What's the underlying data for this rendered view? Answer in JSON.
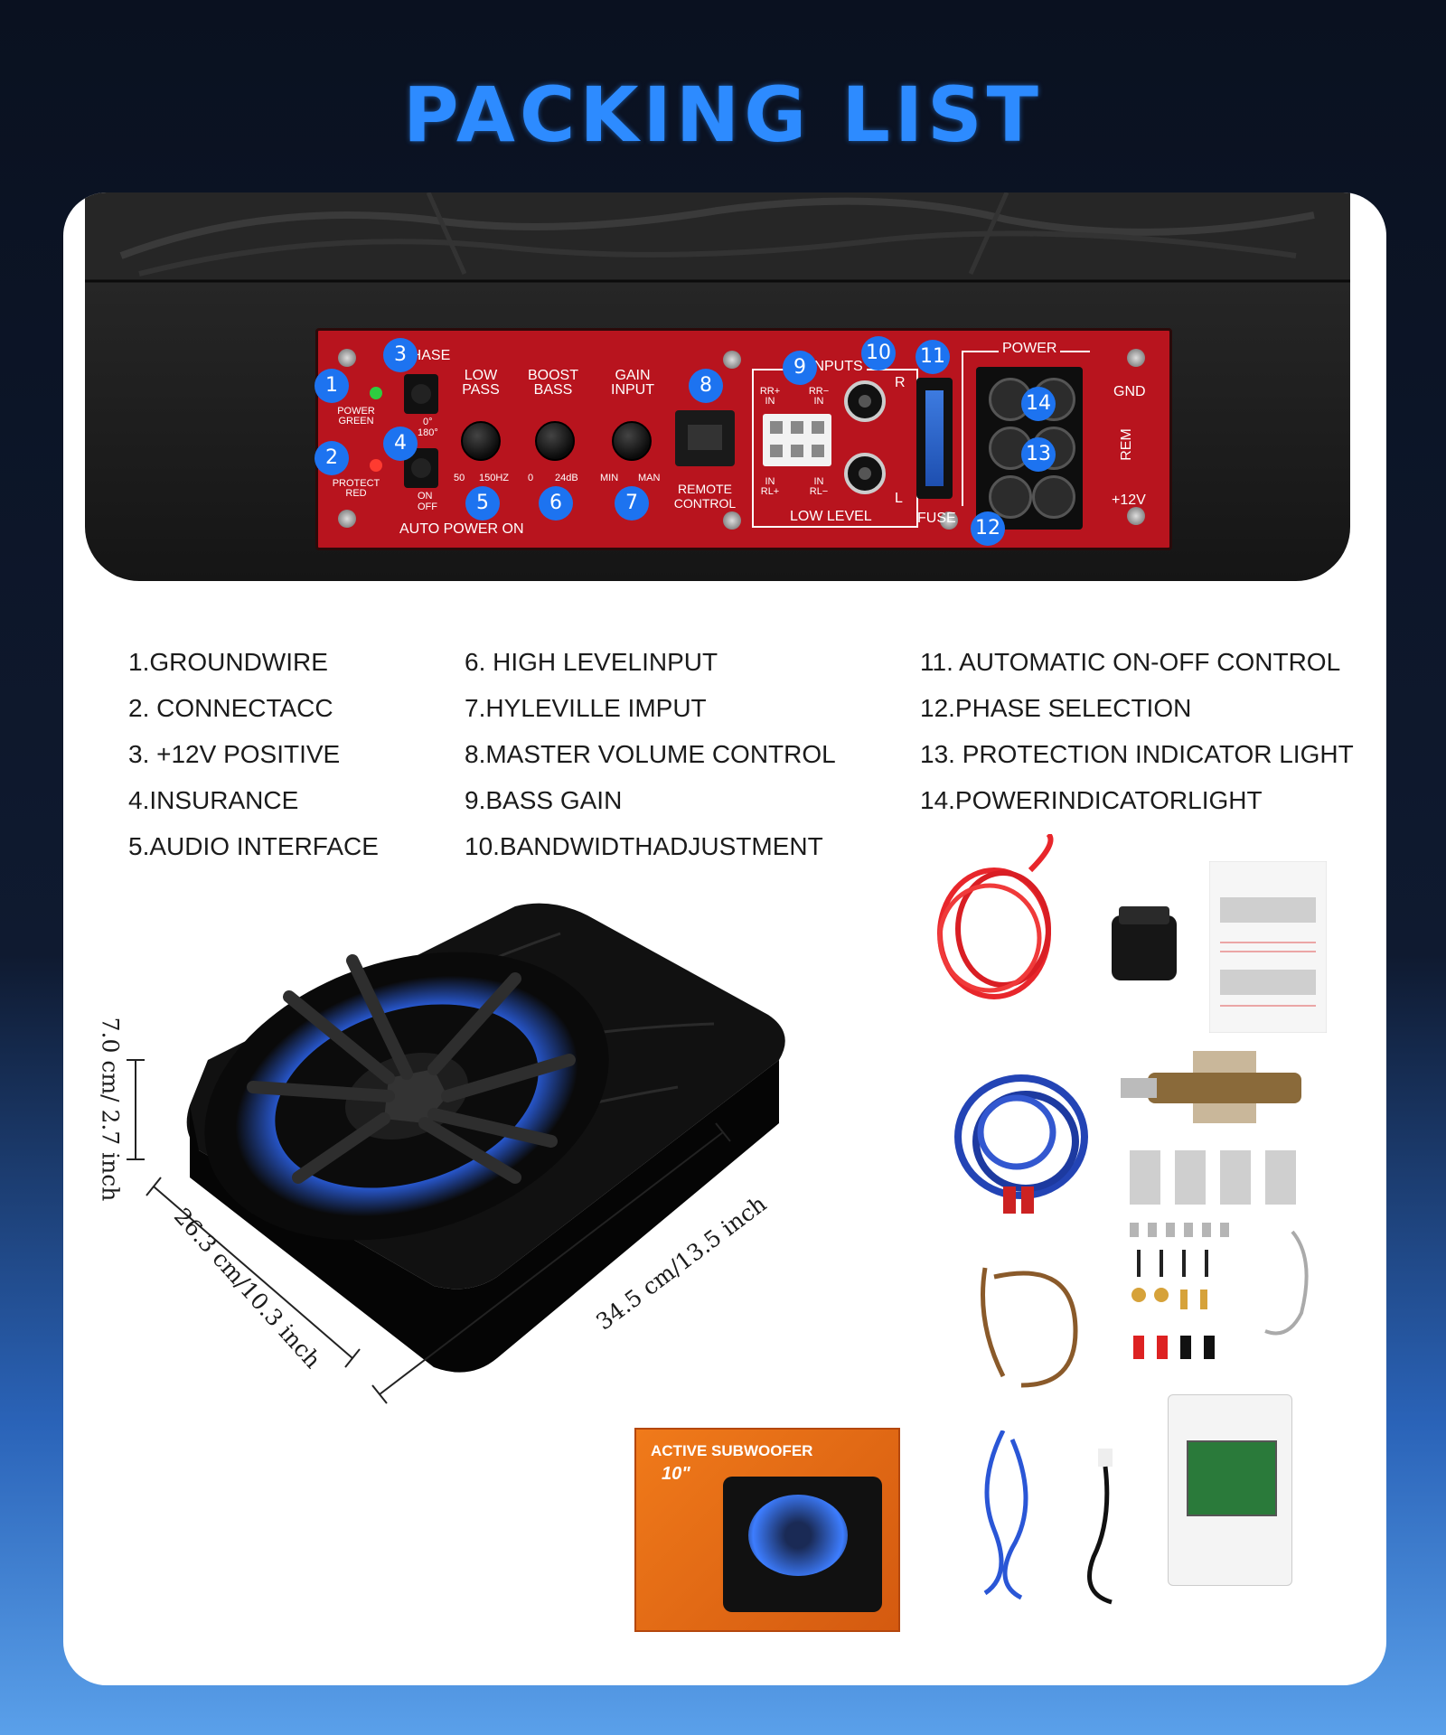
{
  "page": {
    "title": "PACKING LIST"
  },
  "panel": {
    "phase_label": "PHASE",
    "phase_opts": [
      "0°",
      "180°"
    ],
    "low_pass": "LOW PASS",
    "low_pass_range": [
      "50",
      "150HZ"
    ],
    "boost_bass": "BOOST BASS",
    "boost_range": [
      "0",
      "24dB"
    ],
    "gain_input": "GAIN INPUT",
    "gain_range": [
      "MIN",
      "MAN"
    ],
    "remote_control": "REMOTE CONTROL",
    "inputs": "INPUTS",
    "low_level": "LOW LEVEL",
    "rr_in_left": "RR+ IN",
    "rr_in_right": "RR− IN",
    "rl_in_left": "IN RL+",
    "rl_in_right": "IN RL−",
    "jack_r": "R",
    "jack_l": "L",
    "fuse": "FUSE",
    "power": "POWER",
    "gnd": "GND",
    "rem": "REM",
    "v12": "+12V",
    "power_green": "POWER GREEN",
    "protect_red": "PROTECT RED",
    "auto_power_on": "AUTO POWER ON",
    "on_off": [
      "ON",
      "OFF"
    ]
  },
  "badges": [
    "1",
    "2",
    "3",
    "4",
    "5",
    "6",
    "7",
    "8",
    "9",
    "10",
    "11",
    "12",
    "13",
    "14"
  ],
  "list": {
    "col1": [
      "1.GROUNDWIRE",
      "2. CONNECTACC",
      "3. +12V POSITIVE",
      "4.INSURANCE",
      "5.AUDIO INTERFACE"
    ],
    "col2": [
      "6. HIGH LEVELINPUT",
      "7.HYLEVILLE IMPUT",
      "8.MASTER VOLUME CONTROL",
      "9.BASS GAIN",
      "10.BANDWIDTHADJUSTMENT"
    ],
    "col3": [
      "11. AUTOMATIC ON-OFF CONTROL",
      "12.PHASE SELECTION",
      "13. PROTECTION INDICATOR LIGHT",
      "14.POWERINDICATORLIGHT"
    ]
  },
  "dimensions": {
    "height": "7.0 cm/ 2.7 inch",
    "depth": "26.3 cm/10.3 inch",
    "width": "34.5 cm/13.5 inch"
  },
  "box": {
    "title": "ACTIVE SUBWOOFER",
    "size": "10\""
  },
  "colors": {
    "title": "#2d8bff",
    "panel": "#b8141e",
    "badge": "#1d73f0",
    "glow": "#2f6bff"
  }
}
